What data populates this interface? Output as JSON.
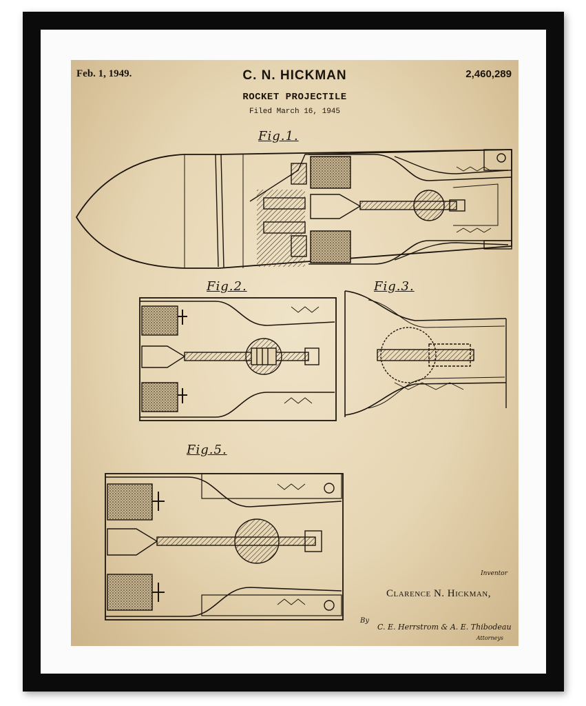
{
  "patent": {
    "date": "Feb. 1, 1949.",
    "inventor_header": "C. N. HICKMAN",
    "number": "2,460,289",
    "title": "ROCKET PROJECTILE",
    "filed": "Filed March 16, 1945"
  },
  "figures": {
    "fig1": "Fig.1.",
    "fig2": "Fig.2.",
    "fig3": "Fig.3.",
    "fig5": "Fig.5."
  },
  "signature": {
    "inventor_word": "Inventor",
    "inventor_name": "Clarence N. Hickman,",
    "by": "By",
    "attorneys_sig": "C. E. Herrstrom & A. E. Thibodeau",
    "attorneys_word": "Attorneys"
  },
  "colors": {
    "frame": "#0b0b0b",
    "mat": "#fbfbfb",
    "paper": "#e6d5b2",
    "ink": "#1b140c"
  }
}
